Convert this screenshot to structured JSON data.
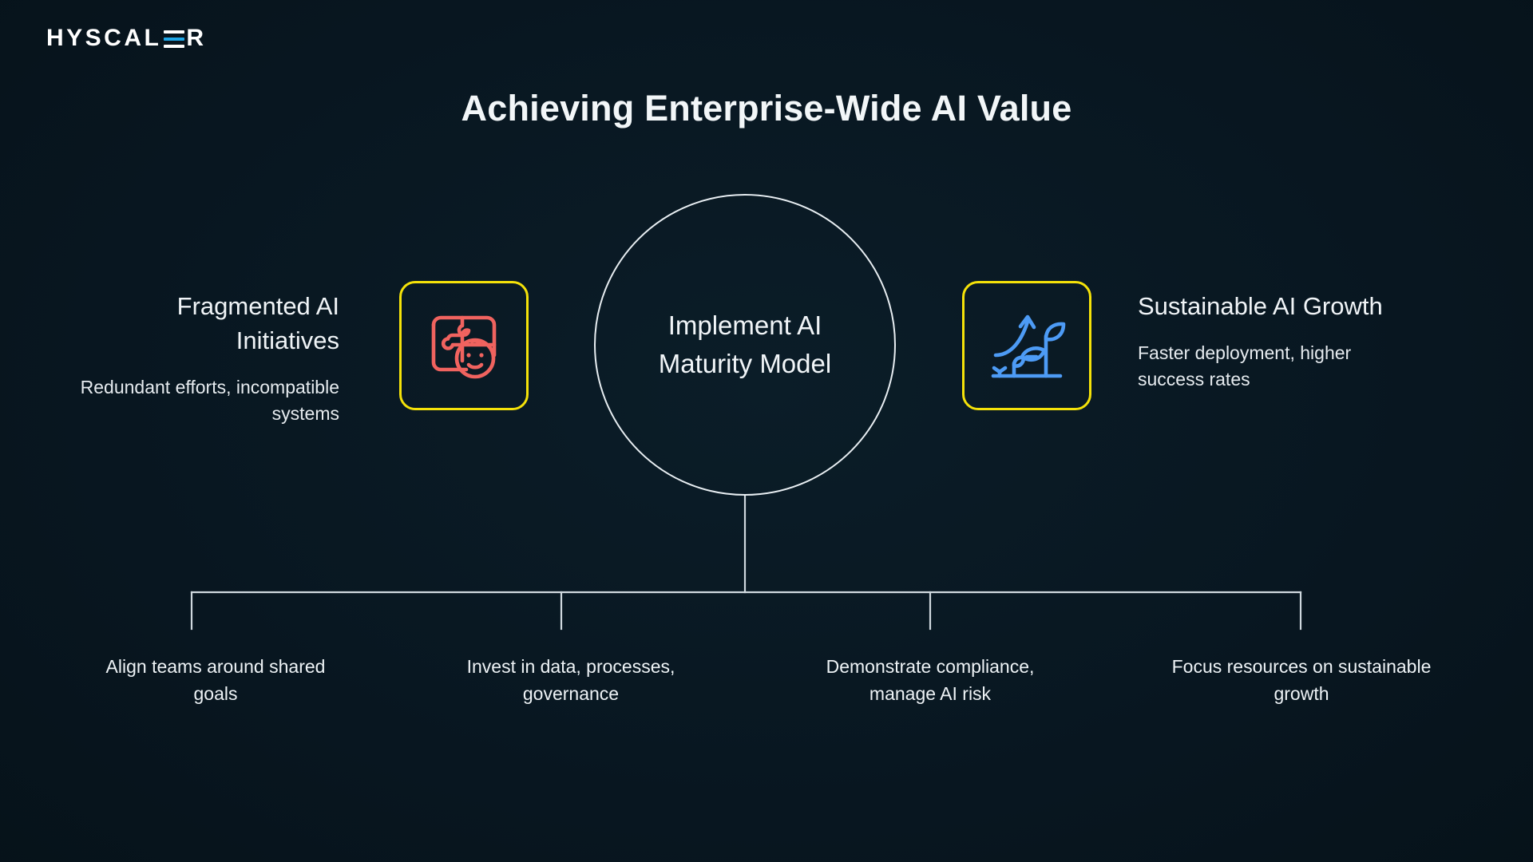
{
  "brand": {
    "name_part1": "HYSCAL",
    "name_part2": "R",
    "accent_color": "#1ea7e8",
    "logo_icon": "hyscaler-wordmark"
  },
  "header": {
    "title": "Achieving Enterprise-Wide AI Value"
  },
  "center": {
    "label": "Implement AI\nMaturity Model",
    "line1": "Implement AI",
    "line2": "Maturity Model",
    "stroke_color": "#e8eef2"
  },
  "sides": {
    "left": {
      "heading": "Fragmented AI Initiatives",
      "sub": "Redundant efforts, incompatible systems",
      "icon": "puzzle-face-icon",
      "icon_color": "#f0635f",
      "frame_color": "#f5e209"
    },
    "right": {
      "heading": "Sustainable AI Growth",
      "sub": "Faster deployment, higher success rates",
      "icon": "plant-growth-arrow-icon",
      "icon_color": "#4d9bf5",
      "frame_color": "#f5e209"
    }
  },
  "branches": [
    {
      "label": "Align teams around shared goals"
    },
    {
      "label": "Invest in data, processes, governance"
    },
    {
      "label": "Demonstrate compliance, manage AI risk"
    },
    {
      "label": "Focus resources on sustainable growth"
    }
  ],
  "colors": {
    "background": "#081620",
    "text": "#f0f4f7",
    "connector": "#cfd8de",
    "accent_yellow": "#f5e209"
  }
}
